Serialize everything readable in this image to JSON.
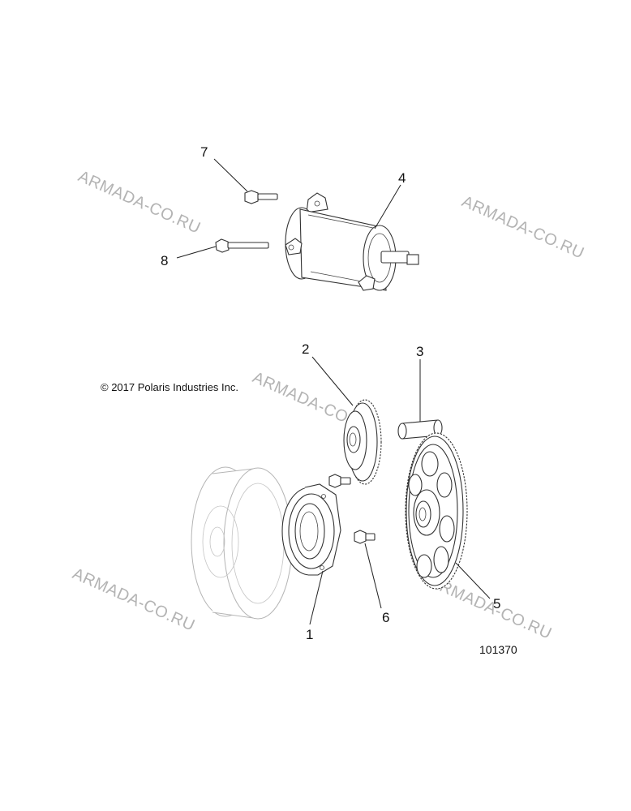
{
  "callouts": [
    "1",
    "2",
    "3",
    "4",
    "5",
    "6",
    "7",
    "8"
  ],
  "copyright": "© 2017 Polaris Industries Inc.",
  "figure_id": "101370",
  "watermark": "ARMADA-CO.RU"
}
